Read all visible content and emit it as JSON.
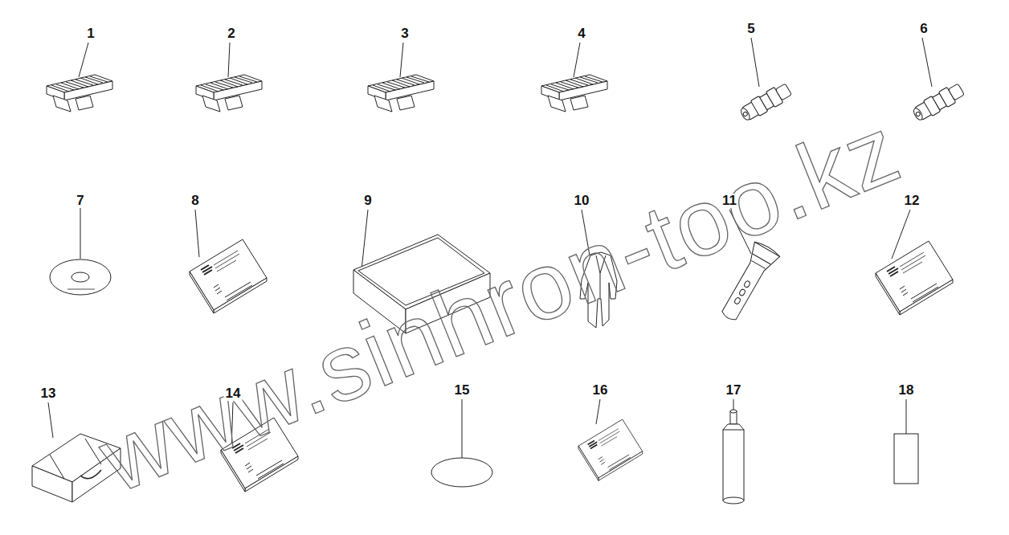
{
  "diagram": {
    "labels": [
      "1",
      "2",
      "3",
      "4",
      "5",
      "6",
      "7",
      "8",
      "9",
      "10",
      "11",
      "12",
      "13",
      "14",
      "15",
      "16",
      "17",
      "18",
      "www.sinhron-too.kz"
    ]
  }
}
